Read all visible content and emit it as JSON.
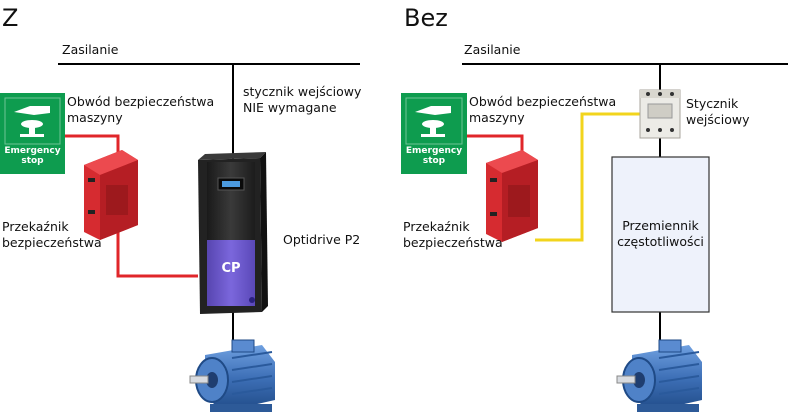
{
  "left": {
    "heading": "Z",
    "supply_label": "Zasilanie",
    "contactor_note": "stycznik wejściowy\nNIE wymagane",
    "safety_circuit_label": "Obwód bezpieczeństwa\nmaszyny",
    "relay_label": "Przekaźnik\nbezpieczeństwa",
    "drive_label": "Optidrive P2",
    "estop_text": "Emergency\nstop"
  },
  "right": {
    "heading": "Bez",
    "supply_label": "Zasilanie",
    "contactor_label": "Stycznik wejściowy",
    "safety_circuit_label": "Obwód bezpieczeństwa\nmaszyny",
    "relay_label": "Przekaźnik\nbezpieczeństwa",
    "converter_label": "Przemiennik\nczęstotliwości",
    "estop_text": "Emergency\nstop"
  },
  "colors": {
    "line": "#000000",
    "safety_wire": "#e0262a",
    "control_wire": "#f2d41c",
    "estop_green": "#0e9c4f",
    "relay_red": "#d62b30",
    "drive_purple": "#6a55c8",
    "converter_fill": "#eef2fb",
    "motor_blue": "#3f72b8"
  },
  "icons": [
    "emergency-stop-icon",
    "safety-relay-icon",
    "contactor-icon",
    "optidrive-icon",
    "motor-icon"
  ]
}
